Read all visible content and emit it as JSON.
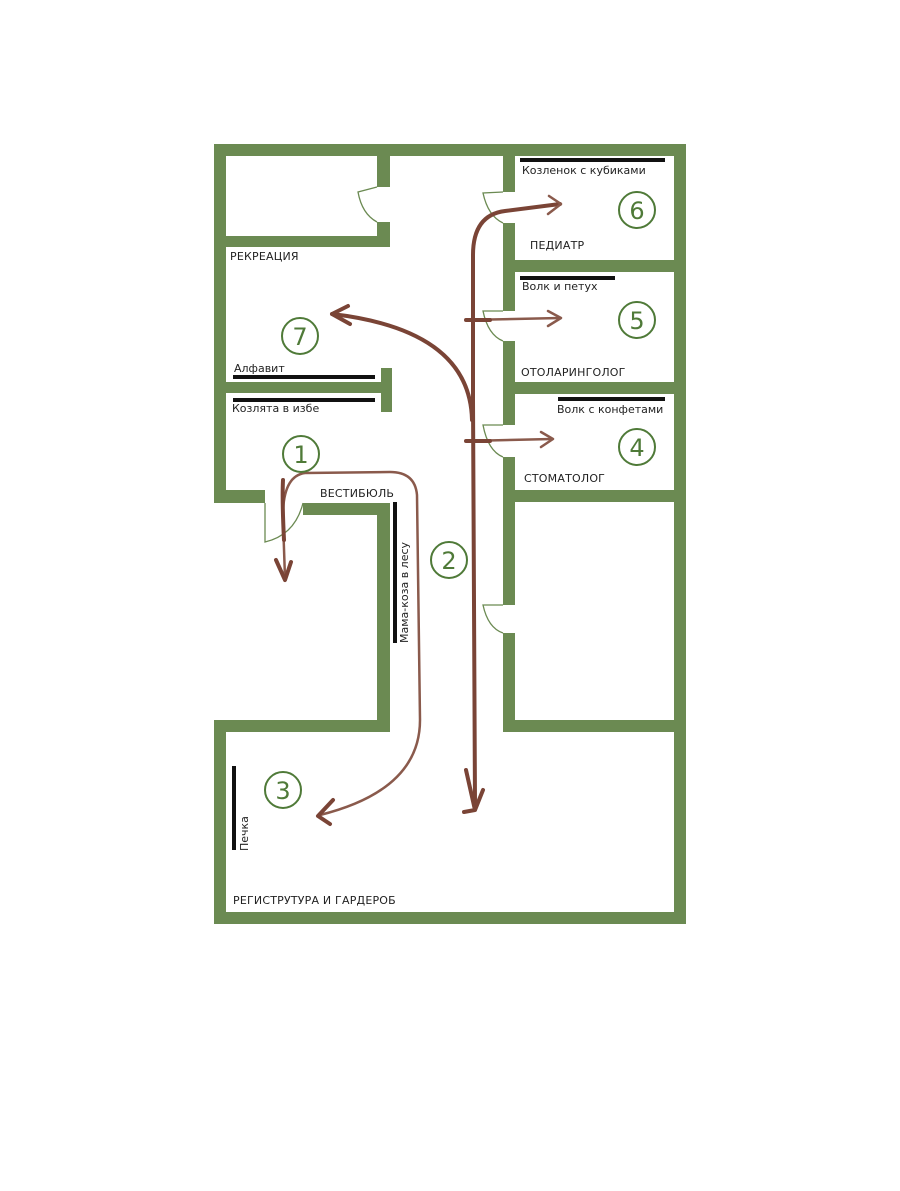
{
  "colors": {
    "wall": "#6b8a52",
    "route": "#7a4436",
    "number": "#4f7a38",
    "exhibit_bar": "#111111"
  },
  "rooms": {
    "recreation": "РЕКРЕАЦИЯ",
    "pediatrician": "ПЕДИАТР",
    "otolaryngologist": "ОТОЛАРИНГОЛОГ",
    "dentist": "СТОМАТОЛОГ",
    "vestibule": "ВЕСТИБЮЛЬ",
    "registry": "РЕГИСТРУТУРА И ГАРДЕРОБ"
  },
  "exhibits": {
    "kid_with_cubes": "Козленок с кубиками",
    "wolf_and_rooster": "Волк и петух",
    "wolf_with_candy": "Волк с конфетами",
    "alphabet": "Алфавит",
    "kids_in_hut": "Козлята в избе",
    "mother_goat": "Мама-коза в лесу",
    "stove": "Печка"
  },
  "stations": [
    "1",
    "2",
    "3",
    "4",
    "5",
    "6",
    "7"
  ]
}
